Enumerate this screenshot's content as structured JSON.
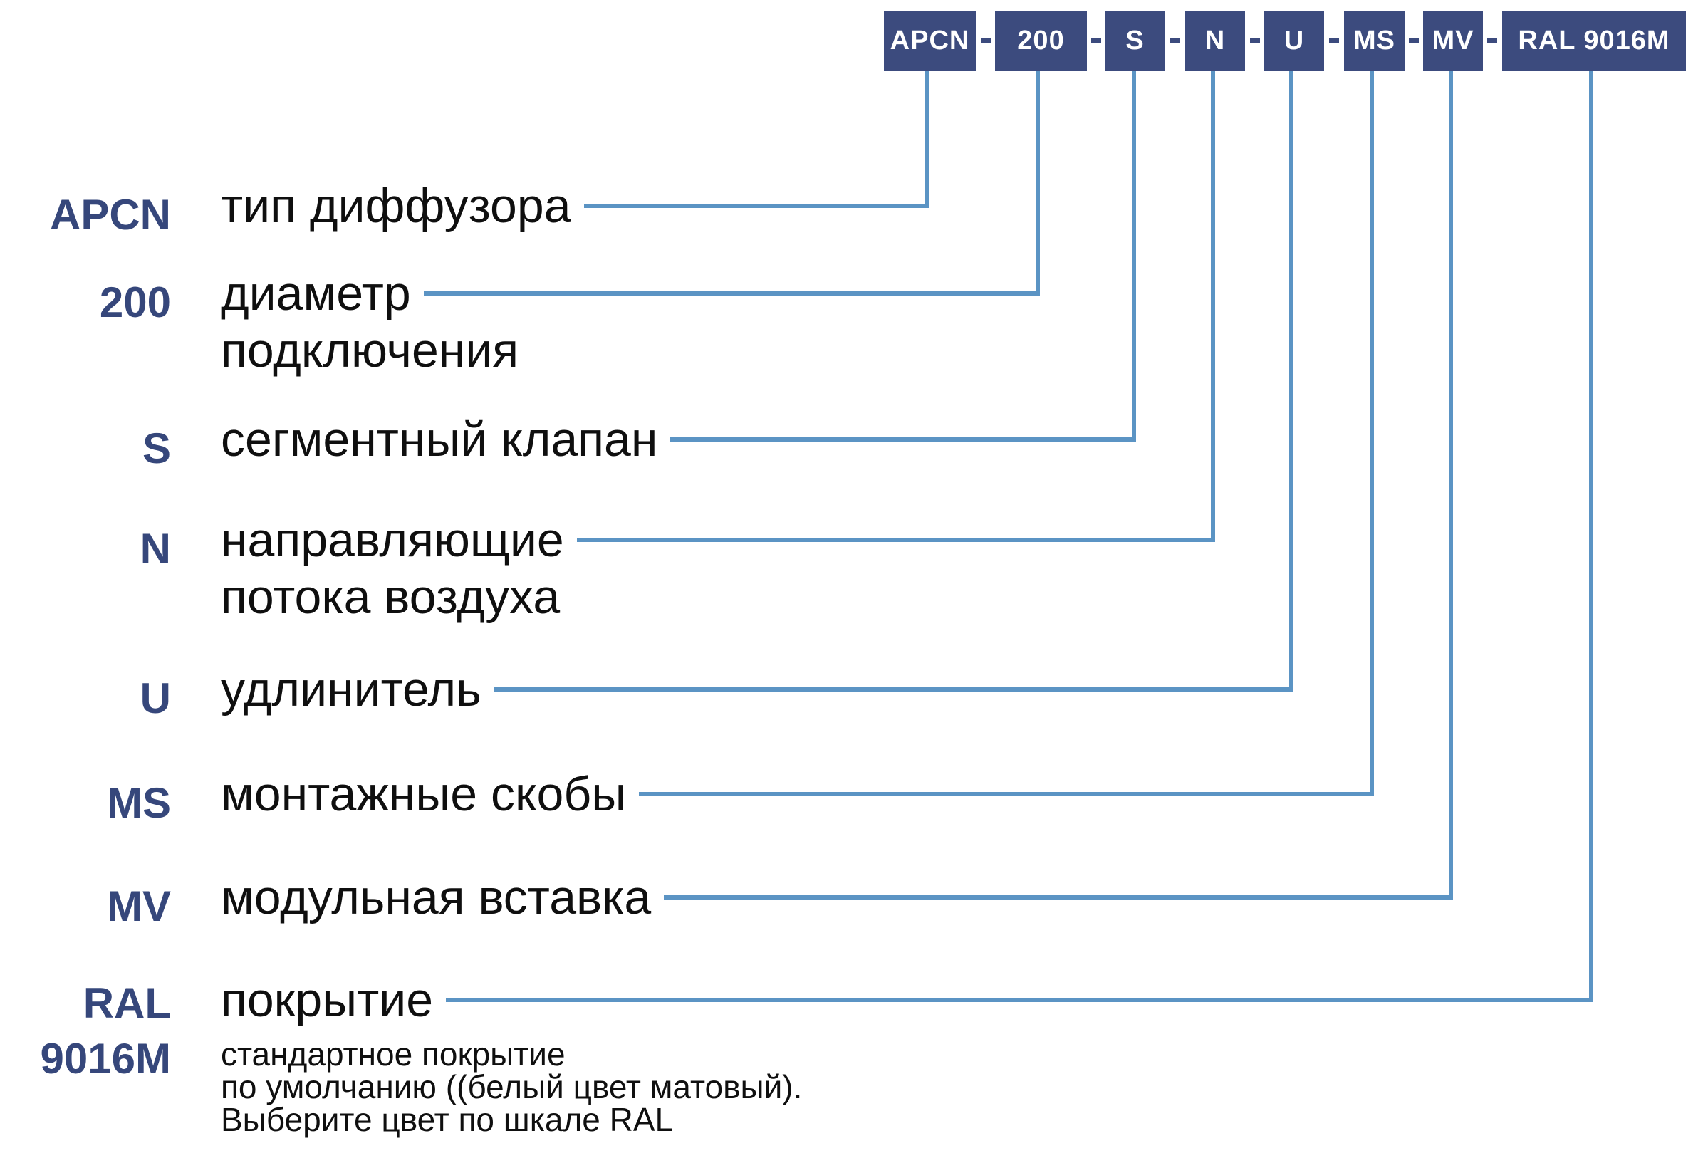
{
  "palette": {
    "box_navy": "#3c4b7e",
    "code_navy": "#36477b",
    "connector_blue": "#5b94c4",
    "label_black": "#0f0f0f"
  },
  "top_code": {
    "separator": "-",
    "segments": [
      "APCN",
      "200",
      "S",
      "N",
      "U",
      "MS",
      "MV",
      "RAL 9016M"
    ]
  },
  "rows": [
    {
      "code": "APCN",
      "label": "тип диффузора"
    },
    {
      "code": "200",
      "label": "диаметр",
      "label2": "подключения"
    },
    {
      "code": "S",
      "label": "сегментный клапан"
    },
    {
      "code": "N",
      "label": "направляющие",
      "label2": "потока воздуха"
    },
    {
      "code": "U",
      "label": "удлинитель"
    },
    {
      "code": "MS",
      "label": "монтажные скобы"
    },
    {
      "code": "MV",
      "label": "модульная вставка"
    },
    {
      "code": "RAL",
      "code2": "9016M",
      "label": "покрытие",
      "note_lines": [
        "стандартное покрытие",
        "по умолчанию ((белый цвет матовый).",
        "Выберите цвет по шкале RAL"
      ]
    }
  ]
}
